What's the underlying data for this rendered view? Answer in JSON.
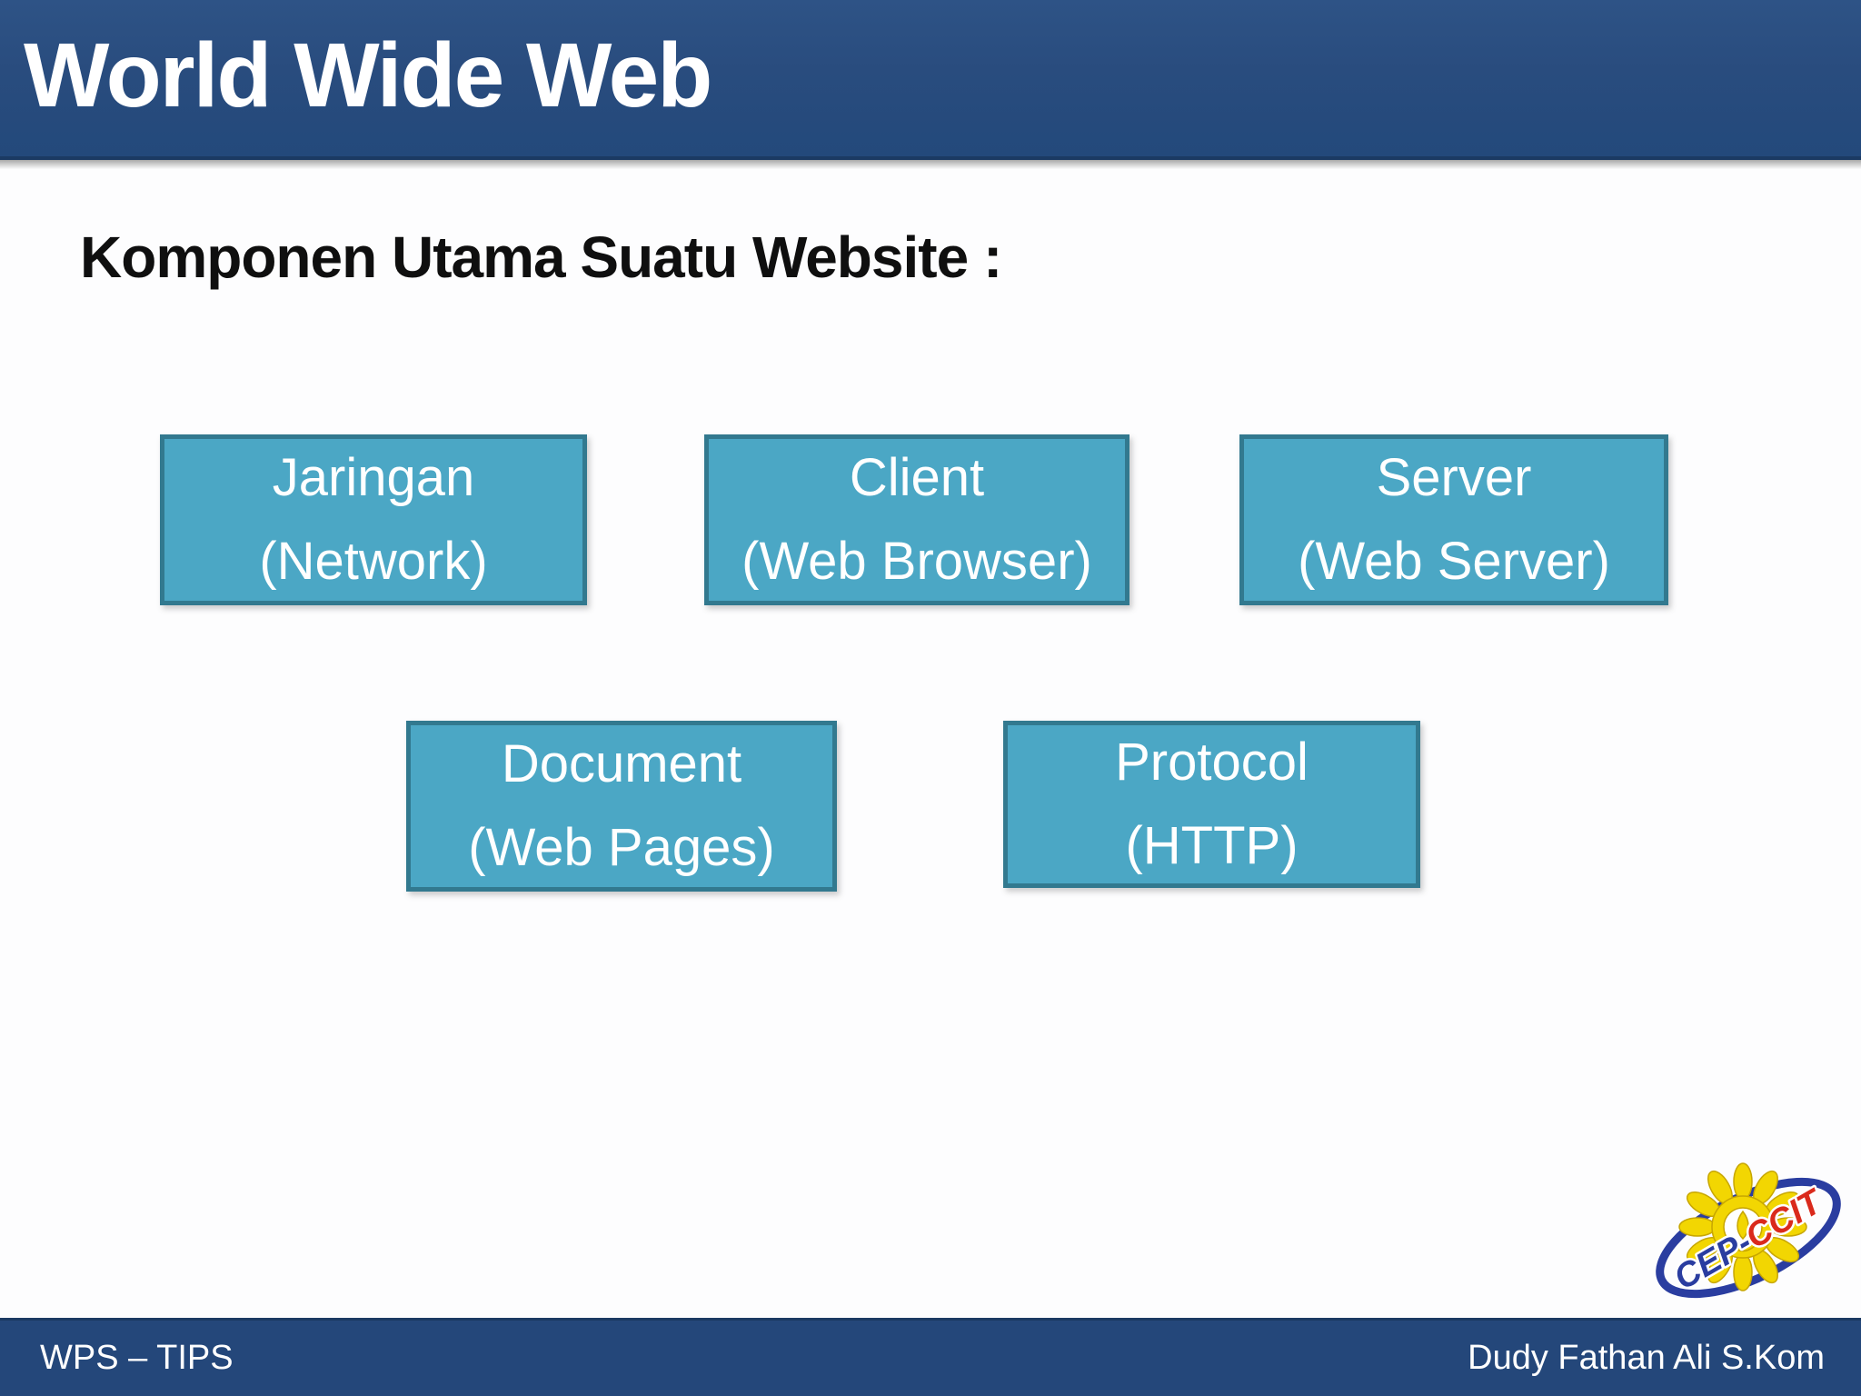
{
  "slide": {
    "title": "World Wide Web",
    "subtitle": "Komponen Utama Suatu Website :",
    "boxes": [
      {
        "line1": "Jaringan",
        "line2": "(Network)"
      },
      {
        "line1": "Client",
        "line2": "(Web Browser)"
      },
      {
        "line1": "Server",
        "line2": "(Web Server)"
      },
      {
        "line1": "Document",
        "line2": "(Web Pages)"
      },
      {
        "line1": "Protocol",
        "line2": "(HTTP)"
      }
    ],
    "footer": {
      "left": "WPS – TIPS",
      "right": "Dudy Fathan Ali S.Kom"
    },
    "logo": {
      "text_blue": "CEP-",
      "text_red": "CCIT"
    },
    "colors": {
      "background": "#fdfdfe",
      "header_blue": "#294c7e",
      "footer_blue": "#24477a",
      "edge_navy": "#1b3a63",
      "shadow_gray": "#a8a8a8",
      "box_fill": "#4ba7c5",
      "box_border": "#32798f",
      "box_text": "#ffffff",
      "title_text": "#ffffff",
      "subtitle_text": "#0f0f0f",
      "logo_gold": "#f2d602",
      "logo_gold_dark": "#c7a600",
      "logo_blue": "#2a3da0",
      "logo_red": "#da2a1c"
    }
  }
}
